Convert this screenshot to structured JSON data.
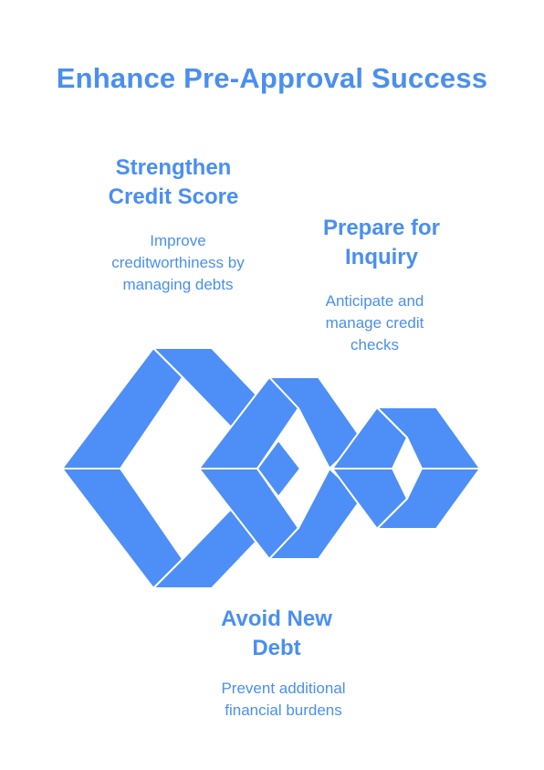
{
  "title": "Enhance Pre-Approval Success",
  "steps": [
    {
      "heading_line1": "Strengthen",
      "heading_line2": "Credit Score",
      "desc_line1": "Improve",
      "desc_line2": "creditworthiness by",
      "desc_line3": "managing debts"
    },
    {
      "heading_line1": "Prepare for",
      "heading_line2": "Inquiry",
      "desc_line1": "Anticipate and",
      "desc_line2": "manage credit",
      "desc_line3": "checks"
    },
    {
      "heading_line1": "Avoid New",
      "heading_line2": "Debt",
      "desc_line1": "Prevent additional",
      "desc_line2": "financial burdens"
    }
  ],
  "colors": {
    "accent": "#4a8ff0",
    "shape": "#4d8ff6"
  }
}
